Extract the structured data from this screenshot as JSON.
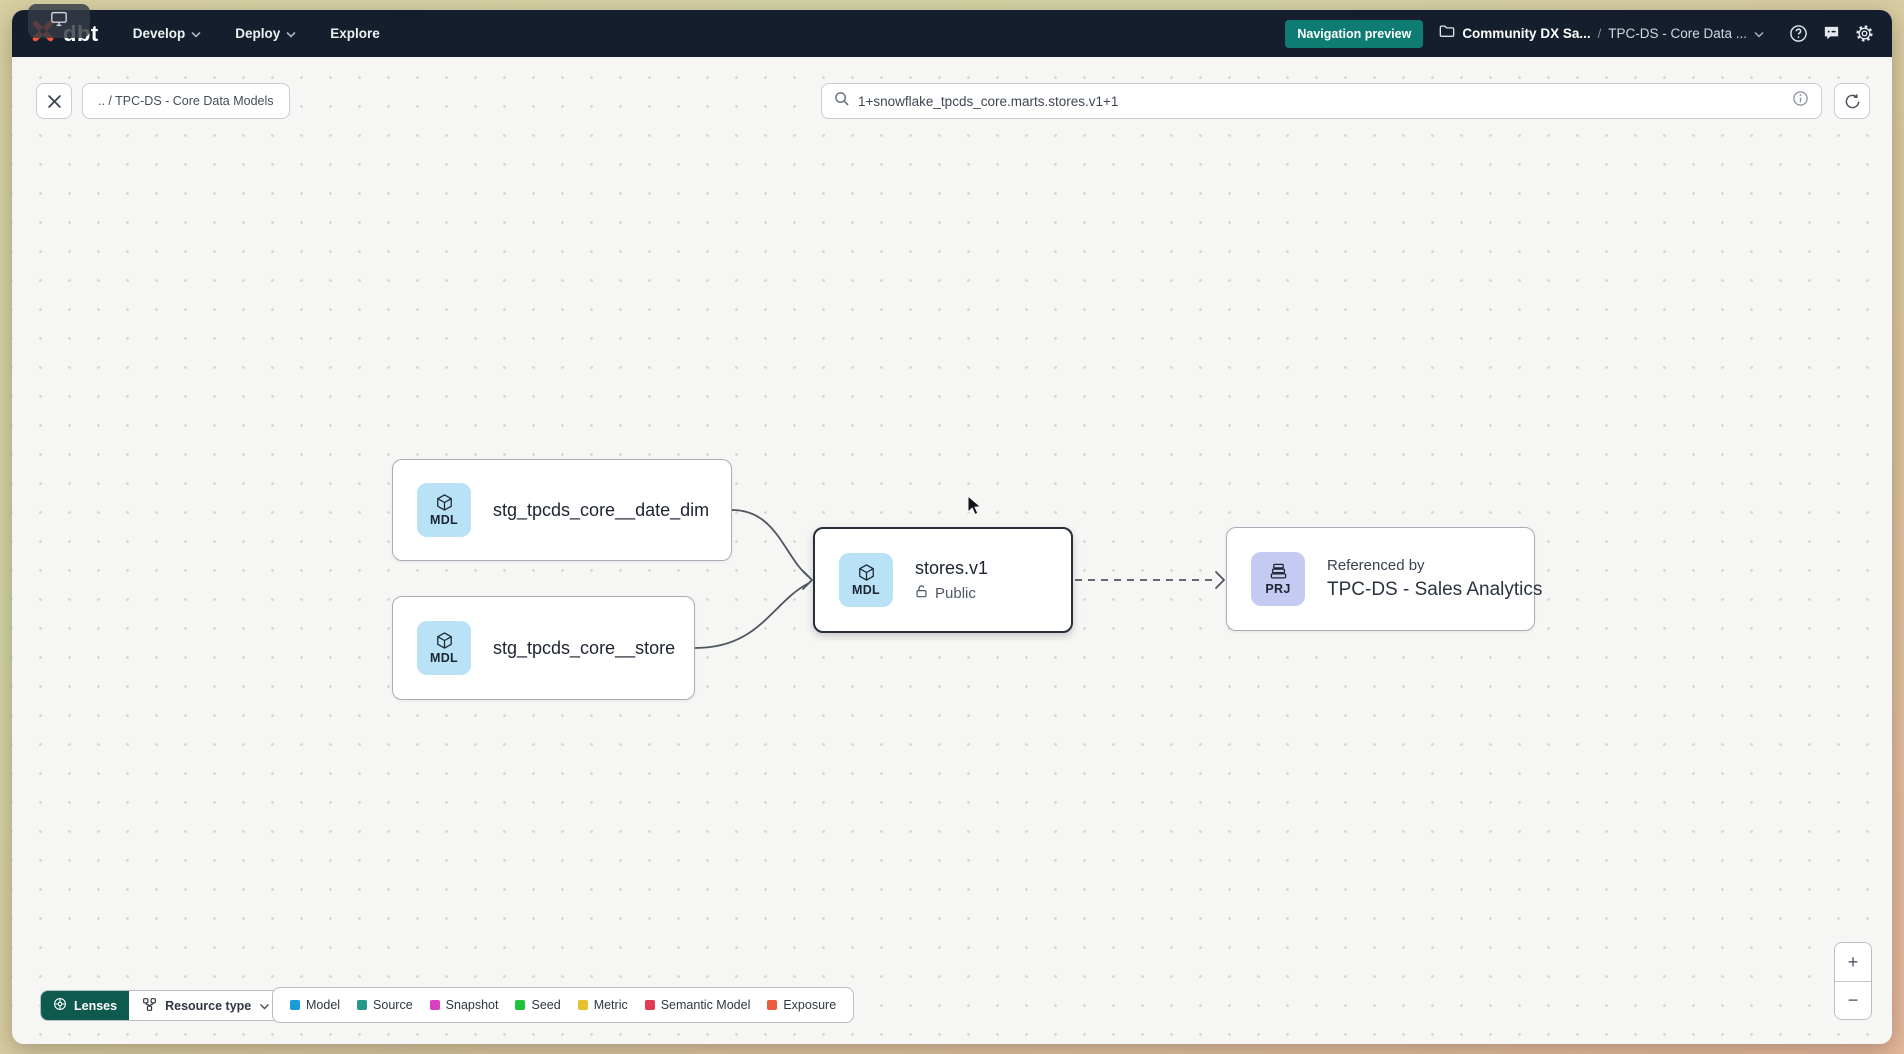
{
  "app": {
    "brand": "dbt"
  },
  "navbar": {
    "menus": [
      {
        "label": "Develop"
      },
      {
        "label": "Deploy"
      },
      {
        "label": "Explore"
      }
    ],
    "badge_label": "Navigation preview",
    "breadcrumb": {
      "project": "Community DX Sa...",
      "separator": "/",
      "section": "TPC-DS - Core Data ..."
    }
  },
  "toolbar": {
    "path_chip": ".. / TPC-DS - Core Data Models",
    "search_value": "1+snowflake_tpcds_core.marts.stores.v1+1"
  },
  "graph": {
    "nodes": [
      {
        "badge": "MDL",
        "label": "stg_tpcds_core__date_dim"
      },
      {
        "badge": "MDL",
        "label": "stg_tpcds_core__store"
      },
      {
        "badge": "MDL",
        "label": "stores.v1",
        "access": "Public"
      },
      {
        "badge": "PRJ",
        "overline": "Referenced by",
        "label": "TPC-DS - Sales Analytics"
      }
    ]
  },
  "footer": {
    "lenses_label": "Lenses",
    "resource_type_label": "Resource type",
    "legend": [
      {
        "label": "Model",
        "color": "#1a9cd8"
      },
      {
        "label": "Source",
        "color": "#27968a"
      },
      {
        "label": "Snapshot",
        "color": "#d840c4"
      },
      {
        "label": "Seed",
        "color": "#21c13d"
      },
      {
        "label": "Metric",
        "color": "#e6c12f"
      },
      {
        "label": "Semantic Model",
        "color": "#e13a52"
      },
      {
        "label": "Exposure",
        "color": "#ec5b3e"
      }
    ]
  },
  "zoom_controls": {
    "zoom_in": "+",
    "zoom_out": "−"
  },
  "colors": {
    "accent_teal": "#0e7c72",
    "brand_orange": "#ff5436",
    "navbar_bg": "#151e2c"
  }
}
